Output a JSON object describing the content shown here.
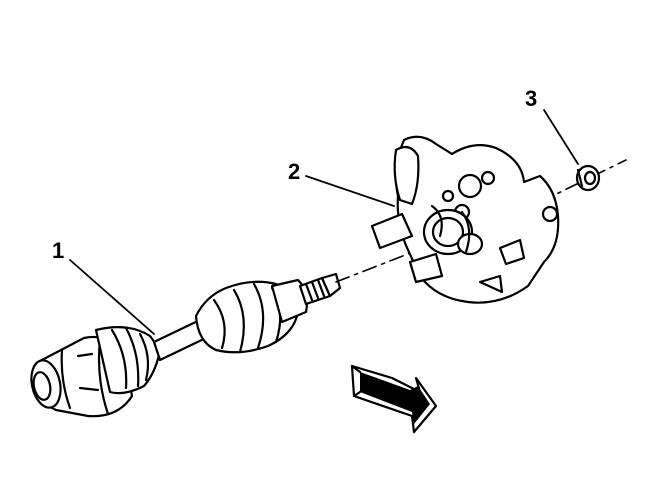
{
  "callouts": {
    "axle": "1",
    "knuckle": "2",
    "nut": "3"
  },
  "colors": {
    "line": "#000000",
    "fill": "#ffffff"
  }
}
